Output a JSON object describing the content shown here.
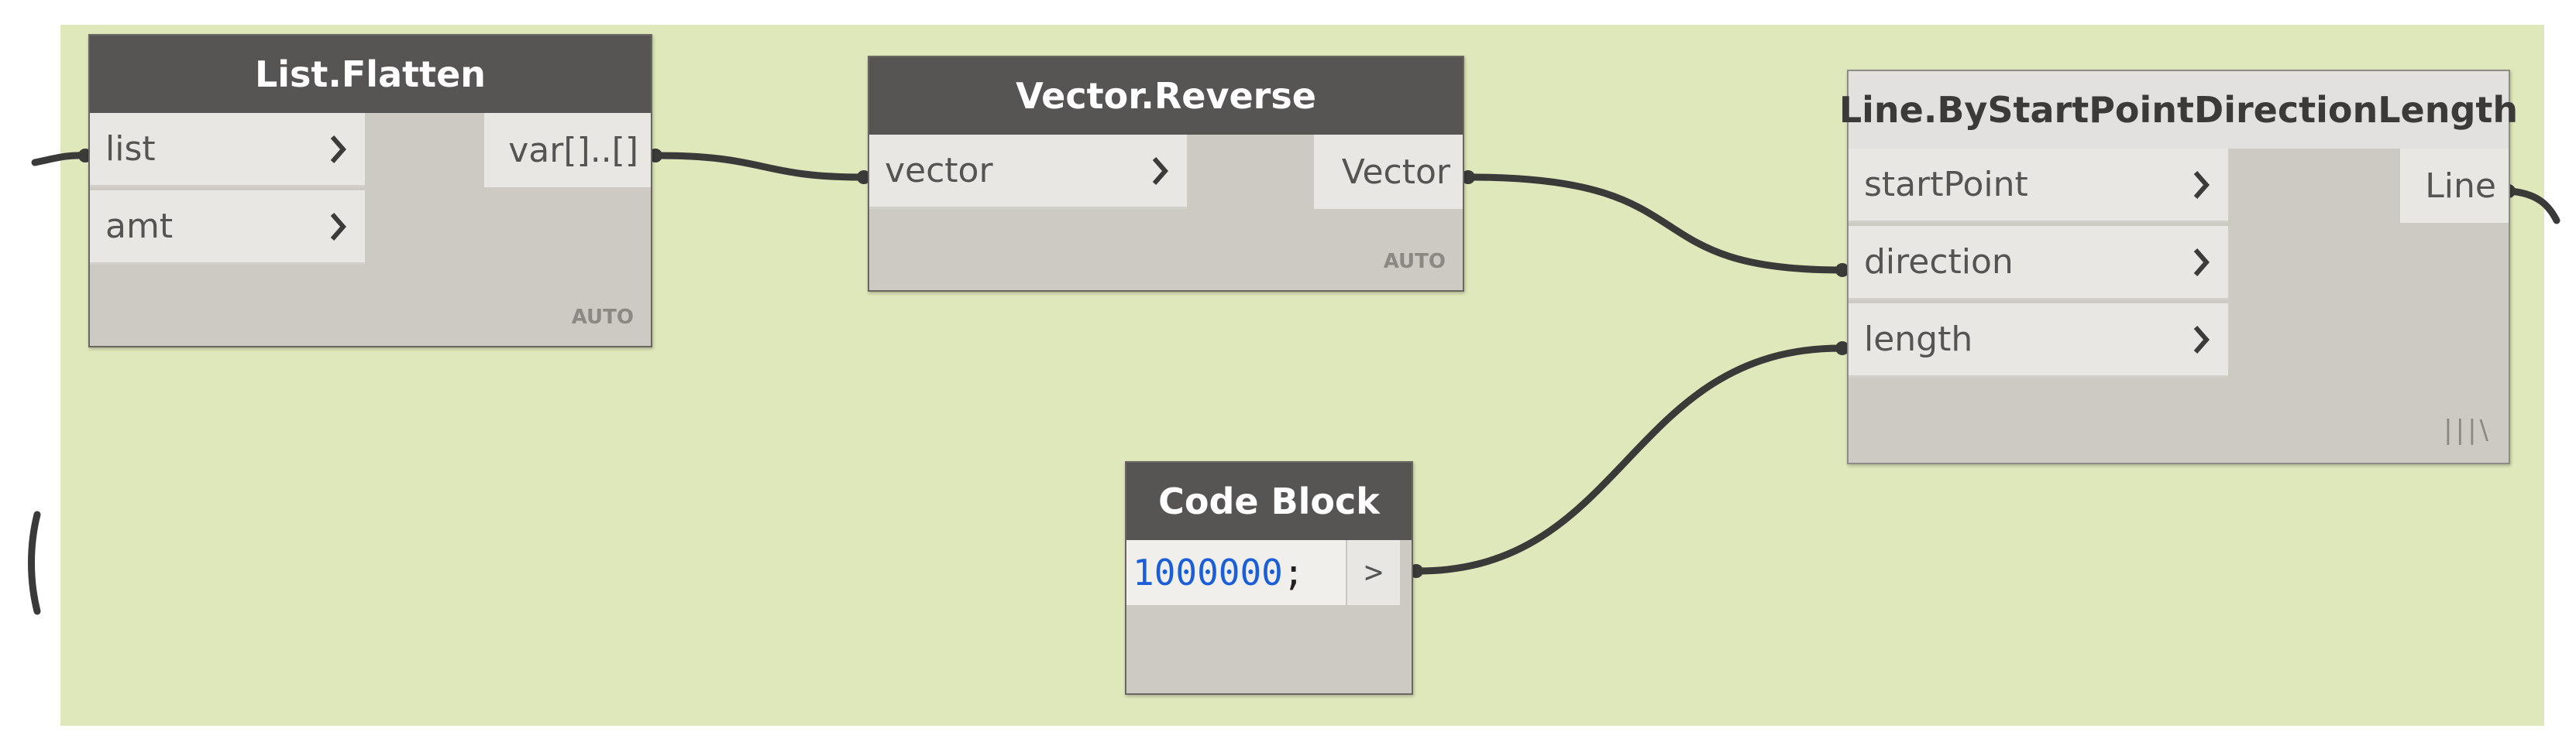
{
  "nodes": {
    "list_flatten": {
      "title": "List.Flatten",
      "inputs": [
        "list",
        "amt"
      ],
      "output": "var[]..[]",
      "lacing": "AUTO"
    },
    "vector_reverse": {
      "title": "Vector.Reverse",
      "inputs": [
        "vector"
      ],
      "output": "Vector",
      "lacing": "AUTO"
    },
    "line_by_start": {
      "title": "Line.ByStartPointDirectionLength",
      "inputs": [
        "startPoint",
        "direction",
        "length"
      ],
      "output": "Line",
      "lacing": "|||\\"
    },
    "code_block": {
      "title": "Code Block",
      "code_value": "1000000",
      "code_terminator": ";",
      "output_symbol": ">"
    }
  },
  "colors": {
    "group_background": "#dfe8bb",
    "node_header": "#575553",
    "node_body": "#cdc9c3",
    "port_background": "#e8e7e4",
    "wire": "#3a3a38",
    "code_number": "#1a5fd8"
  },
  "icons": {
    "input_port_marker": "chevron-right-icon"
  }
}
